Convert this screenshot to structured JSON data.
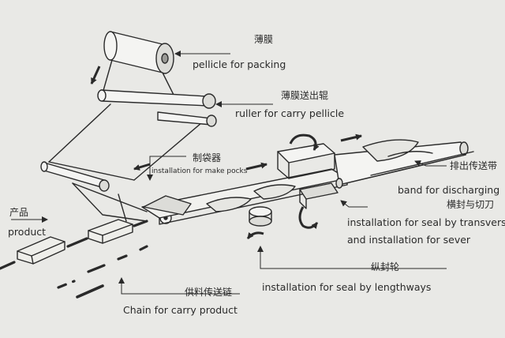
{
  "labels": {
    "pellicle_cn": "薄膜",
    "pellicle_en": "pellicle  for packing",
    "ruller_cn": "薄膜送出辊",
    "ruller_en": "ruller for carry pellicle",
    "pocks_cn": "制袋器",
    "pocks_en": "installation for make pocks",
    "product_cn": "产品",
    "product_en": "product",
    "band_cn": "排出传送带",
    "band_en": "band for discharging",
    "transverse_cn": "横封与切刀",
    "transverse_en1": "installation for seal by transverse",
    "transverse_en2": "and installation for sever",
    "lengthways_cn": "纵封轮",
    "lengthways_en": "installation for seal by lengthways",
    "chain_cn": "供料传送链",
    "chain_en": "Chain for carry product"
  },
  "colors": {
    "background": "#e9e9e6",
    "ink": "#2a2a2a",
    "shade": "#b8b8b4"
  }
}
